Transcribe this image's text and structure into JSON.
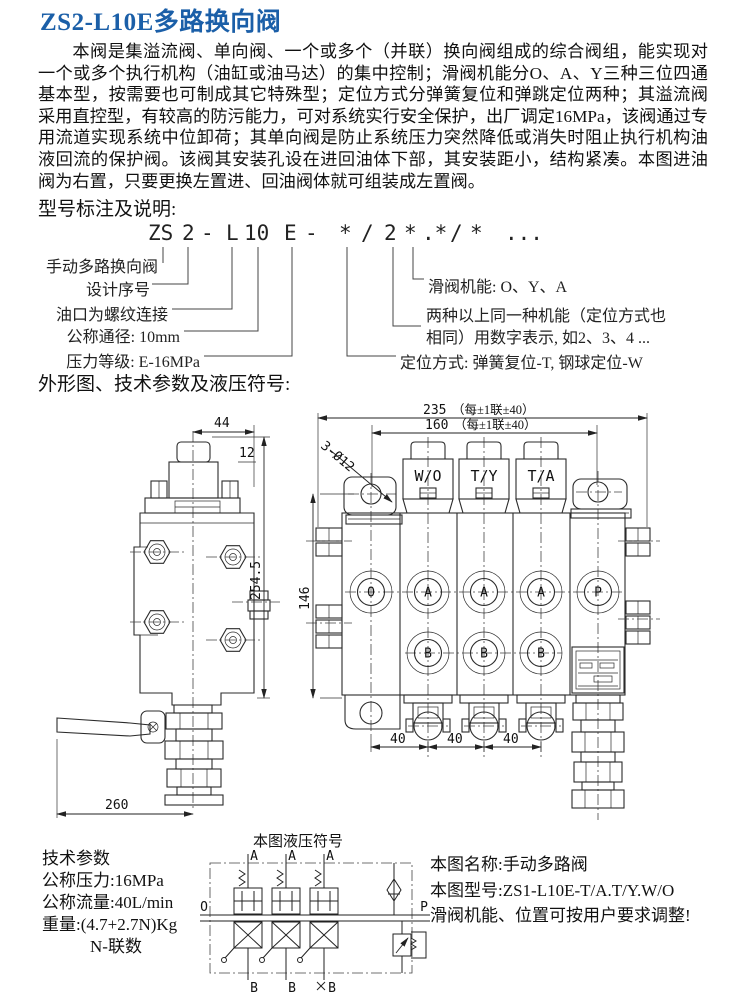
{
  "page": {
    "title": "ZS2-L10E多路换向阀",
    "intro": "本阀是集溢流阀、单向阀、一个或多个（并联）换向阀组成的综合阀组，能实现对一个或多个执行机构（油缸或油马达）的集中控制；滑阀机能分O、A、Y三种三位四通基本型，按需要也可制成其它特殊型；定位方式分弹簧复位和弹跳定位两种；其溢流阀采用直控型，有较高的防污能力，可对系统实行安全保护，出厂调定16MPa，该阀通过专用流道实现系统中位卸荷；其单向阀是防止系统压力突然降低或消失时阻止执行机构油液回流的保护阀。该阀其安装孔设在进回油体下部，其安装距小，结构紧凑。本图进油阀为右置，只要更换左置进、回油阀体就可组装成左置阀。"
  },
  "model_section": {
    "heading": "型号标注及说明:",
    "code_parts": [
      "ZS",
      "2",
      "-",
      "L",
      "10",
      "E",
      "-",
      "*",
      "/",
      "2",
      "*",
      ".*",
      "/",
      "*",
      "..."
    ],
    "left_labels": [
      "手动多路换向阀",
      "设计序号",
      "油口为螺纹连接",
      "公称通径: 10mm",
      "压力等级: E-16MPa"
    ],
    "right_labels": [
      "滑阀机能: O、Y、A",
      "两种以上同一种机能（定位方式也",
      "相同）用数字表示, 如2、3、4 ...",
      "定位方式: 弹簧复位-T, 钢球定位-W"
    ]
  },
  "outline_heading": "外形图、技术参数及液压符号:",
  "side_view": {
    "dim_width": "44",
    "dim_offset": "12",
    "dim_height": "254.5",
    "dim_length": "260"
  },
  "front_view": {
    "dim_total": "235",
    "note_total": "（每±1联±40）",
    "dim_inner": "160",
    "note_inner": "（每±1联±40）",
    "holes_label": "3-Ø12",
    "dim_height": "146",
    "caps": [
      "W/O",
      "T/Y",
      "T/A"
    ],
    "ports_top": [
      "O",
      "A",
      "A",
      "A",
      "P"
    ],
    "ports_bottom": [
      "B",
      "B",
      "B"
    ],
    "spacing": [
      "40",
      "40",
      "40"
    ]
  },
  "tech_params": {
    "heading": "技术参数",
    "pressure": "公称压力:16MPa",
    "flow": "公称流量:40L/min",
    "weight": "重量:(4.7+2.7N)Kg",
    "note": "N-联数"
  },
  "schematic": {
    "title": "本图液压符号",
    "ports_top": [
      "A",
      "A",
      "A"
    ],
    "ports_bottom": [
      "B",
      "B",
      "B"
    ],
    "port_left": "O",
    "port_right": "P"
  },
  "figure_info": {
    "name": "本图名称:手动多路阀",
    "model": "本图型号:ZS1-L10E-T/A.T/Y.W/O",
    "note": "滑阀机能、位置可按用户要求调整!"
  },
  "colors": {
    "title_blue": "#1b5fa8",
    "line": "#222222"
  }
}
